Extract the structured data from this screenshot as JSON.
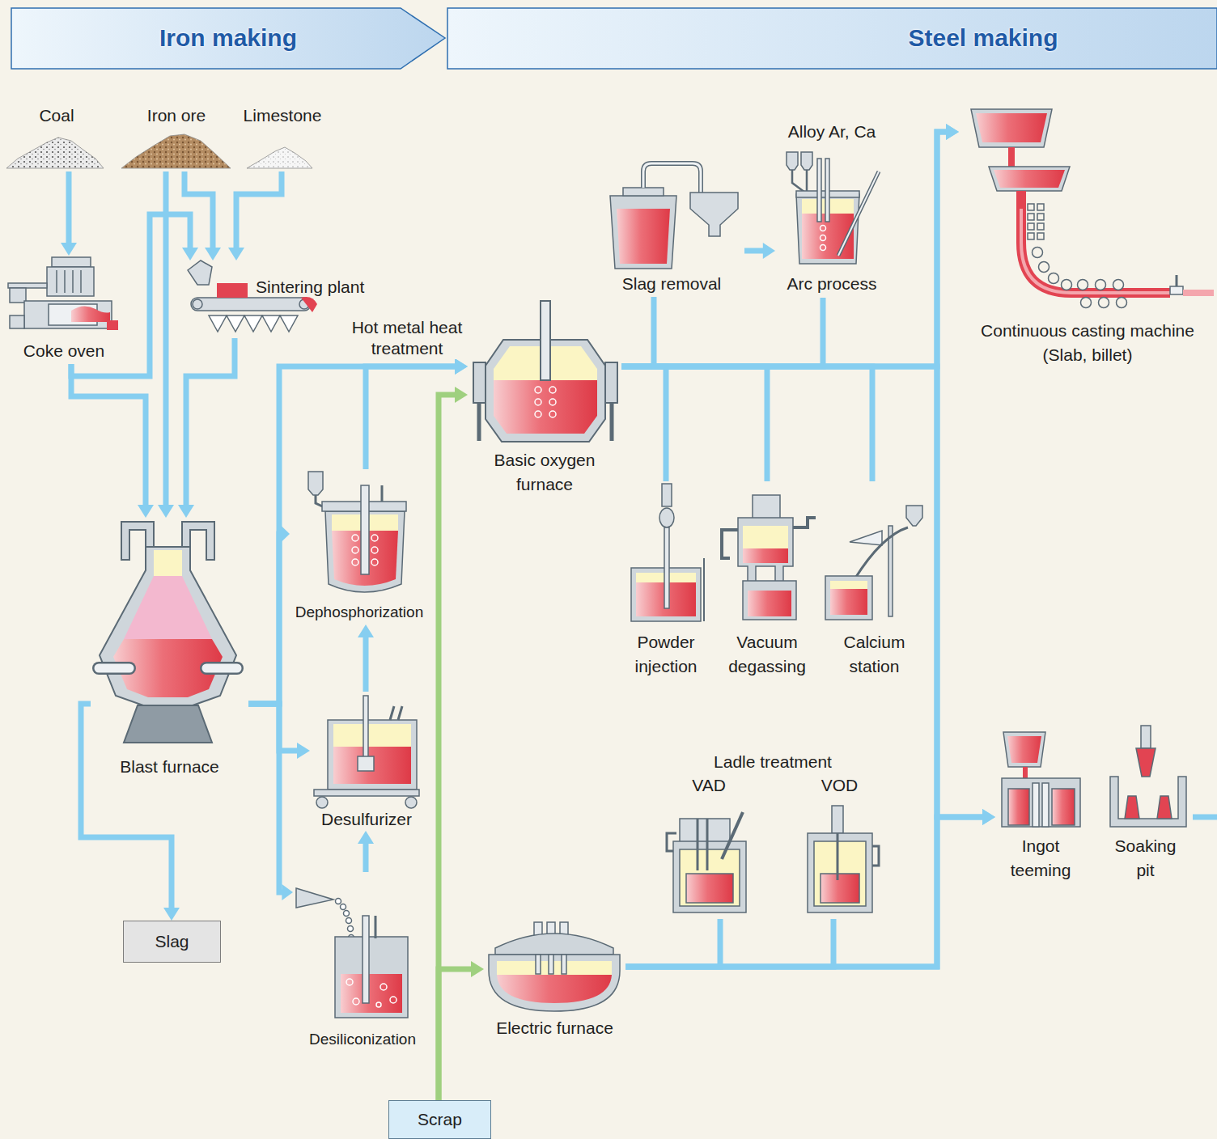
{
  "diagram": {
    "nodes": [
      {
        "text": [
          "Iron making"
        ]
      },
      {
        "text": [
          "Steel making"
        ]
      },
      {
        "text": [
          "Coal"
        ]
      },
      {
        "text": [
          "Iron ore"
        ]
      },
      {
        "text": [
          "Limestone"
        ]
      },
      {
        "text": [
          "Coke oven"
        ]
      },
      {
        "text": [
          "Sintering plant"
        ]
      },
      {
        "text": [
          "Slag removal"
        ]
      },
      {
        "text": [
          "Alloy Ar, Ca",
          "Arc process"
        ]
      },
      {
        "text": [
          "Continuous casting machine (Slab, billet)"
        ]
      },
      {
        "text": [
          "Basic oxygen furnace"
        ]
      },
      {
        "text": [
          "Blast furnace"
        ]
      },
      {
        "text": [
          "Dephosphorization"
        ]
      },
      {
        "text": [
          "Powder injection"
        ]
      },
      {
        "text": [
          "Vacuum degassing"
        ]
      },
      {
        "text": [
          "Calcium station"
        ]
      },
      {
        "text": [
          "Desulfurizer"
        ]
      },
      {
        "text": [
          "Slag"
        ]
      },
      {
        "text": [
          "VAD"
        ]
      },
      {
        "text": [
          "VOD"
        ]
      },
      {
        "text": [
          "Ingot teeming"
        ]
      },
      {
        "text": [
          "Soaking pit"
        ]
      },
      {
        "text": [
          "Desiliconization"
        ]
      },
      {
        "text": [
          "Electric furnace"
        ]
      },
      {
        "text": [
          "Scrap"
        ]
      }
    ],
    "edges": [
      {
        "from": 2,
        "to": 5,
        "arrow": "to"
      },
      {
        "from": 3,
        "to": 6,
        "arrow": "to"
      },
      {
        "from": 4,
        "to": 6,
        "arrow": "to"
      },
      {
        "from": 5,
        "to": 6,
        "arrow": "to"
      },
      {
        "from": 3,
        "to": 11,
        "arrow": "to"
      },
      {
        "from": 5,
        "to": 11,
        "arrow": "to"
      },
      {
        "from": 6,
        "to": 11,
        "arrow": "to"
      },
      {
        "from": 11,
        "to": 17,
        "arrow": "to"
      },
      {
        "from": 11,
        "to": 12,
        "arrow": "to"
      },
      {
        "from": 11,
        "to": 16,
        "arrow": "to"
      },
      {
        "from": 11,
        "to": 22,
        "arrow": "to"
      },
      {
        "from": 11,
        "to": 10,
        "arrow": "to"
      },
      {
        "from": 22,
        "to": 16,
        "arrow": "to"
      },
      {
        "from": 16,
        "to": 12,
        "arrow": "to"
      },
      {
        "from": 12,
        "to": 10,
        "arrow": "to",
        "label": "Hot metal heat treatment"
      },
      {
        "from": 24,
        "to": 10,
        "arrow": "to"
      },
      {
        "from": 24,
        "to": 23,
        "arrow": "to"
      },
      {
        "from": 10,
        "to": 7,
        "arrow": "none"
      },
      {
        "from": 10,
        "to": 8,
        "arrow": "none"
      },
      {
        "from": 7,
        "to": 8,
        "arrow": "to"
      },
      {
        "from": 10,
        "to": 13,
        "arrow": "none"
      },
      {
        "from": 10,
        "to": 14,
        "arrow": "none"
      },
      {
        "from": 10,
        "to": 15,
        "arrow": "none"
      },
      {
        "from": 10,
        "to": 9,
        "arrow": "to"
      },
      {
        "from": 10,
        "to": 20,
        "arrow": "to"
      },
      {
        "from": 23,
        "to": 18,
        "arrow": "none"
      },
      {
        "from": 23,
        "to": 19,
        "arrow": "none"
      },
      {
        "from": 23,
        "to": 9,
        "arrow": "to"
      },
      {
        "from": 23,
        "to": 20,
        "arrow": "to"
      }
    ],
    "labels": [
      "Ladle treatment"
    ]
  }
}
